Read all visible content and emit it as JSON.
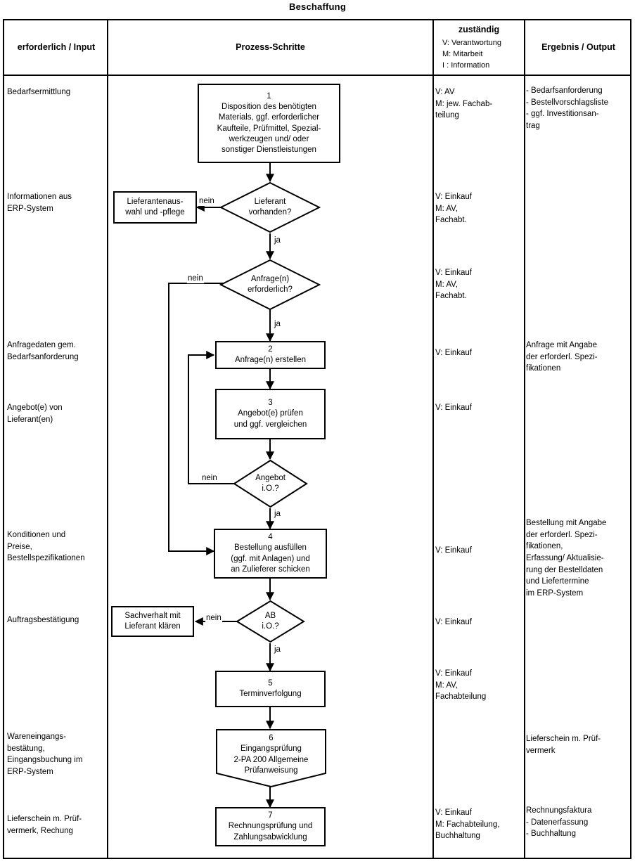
{
  "title": "Beschaffung",
  "header": {
    "input": "erforderlich /\nInput",
    "steps": "Prozess-Schritte",
    "responsible_title": "zuständig",
    "responsible_legend": "V: Verantwortung\nM: Mitarbeit\nI : Information",
    "output": "Ergebnis /\nOutput"
  },
  "input_column": [
    {
      "text": "Bedarfsermittlung"
    },
    {
      "text": "Informationen aus\nERP-System"
    },
    {
      "text": "Anfragedaten gem.\nBedarfsanforderung"
    },
    {
      "text": "Angebot(e) von\nLieferant(en)"
    },
    {
      "text": "Konditionen und\nPreise,\nBestellspezifikationen"
    },
    {
      "text": "Auftragsbestätigung"
    },
    {
      "text": "Wareneingangs-\nbestätung,\nEingangsbuchung im\nERP-System"
    },
    {
      "text": "Lieferschein m. Prüf-\nvermerk, Rechung"
    }
  ],
  "responsible_column": [
    {
      "text": "V: AV\nM: jew. Fachab-\n        teilung"
    },
    {
      "text": "V: Einkauf\nM: AV,\n        Fachabt."
    },
    {
      "text": "V: Einkauf\nM: AV,\n        Fachabt."
    },
    {
      "text": "V: Einkauf"
    },
    {
      "text": "V: Einkauf"
    },
    {
      "text": "V: Einkauf"
    },
    {
      "text": "V: Einkauf"
    },
    {
      "text": "V: Einkauf\nM: AV,\n       Fachabteilung"
    },
    {
      "text": "V: Einkauf\nM: Fachabteilung,\n      Buchhaltung"
    }
  ],
  "output_column": [
    {
      "text": "- Bedarfsanforderung\n- Bestellvorschlagsliste\n- ggf. Investitionsan-\n   trag"
    },
    {
      "text": "Anfrage mit Angabe\nder erforderl. Spezi-\nfikationen"
    },
    {
      "text": "Bestellung mit Angabe\nder erforderl. Spezi-\nfikationen,\nErfassung/ Aktualisie-\nrung der Bestelldaten\n und Liefertermine\nim ERP-System"
    },
    {
      "text": "Lieferschein m. Prüf-\nvermerk"
    },
    {
      "text": "Rechnungsfaktura\n- Datenerfassung\n- Buchhaltung"
    }
  ],
  "nodes": {
    "step1": "1\nDisposition des benötigten\nMaterials, ggf. erforderlicher\nKaufteile, Prüfmittel, Spezial-\nwerkzeugen und/ oder\nsonstiger Dienstleistungen",
    "supplier_decision": "Lieferant\nvorhanden?",
    "supplier_select": "Lieferantenaus-\nwahl und -pflege",
    "inquiry_decision": "Anfrage(n)\nerforderlich?",
    "step2": "2\nAnfrage(n) erstellen",
    "step3": "3\nAngebot(e) prüfen\nund ggf. vergleichen",
    "offer_decision": "Angebot\ni.O.?",
    "step4": "4\nBestellung ausfüllen\n(ggf. mit Anlagen) und\nan Zulieferer schicken",
    "ab_decision": "AB\ni.O.?",
    "clarify_box": "Sachverhalt mit\nLieferant klären",
    "step5": "5\nTerminverfolgung",
    "step6": "6\nEingangsprüfung\n2-PA 200 Allgemeine\nPrüfanweisung",
    "step7": "7\nRechnungsprüfung und\nZahlungsabwicklung"
  },
  "edge_labels": {
    "supplier_no": "nein",
    "supplier_yes": "ja",
    "inquiry_no": "nein",
    "inquiry_yes": "ja",
    "offer_no": "nein",
    "offer_yes": "ja",
    "ab_no": "nein",
    "ab_yes": "ja"
  },
  "colors": {
    "line": "#000000",
    "background": "#ffffff"
  }
}
